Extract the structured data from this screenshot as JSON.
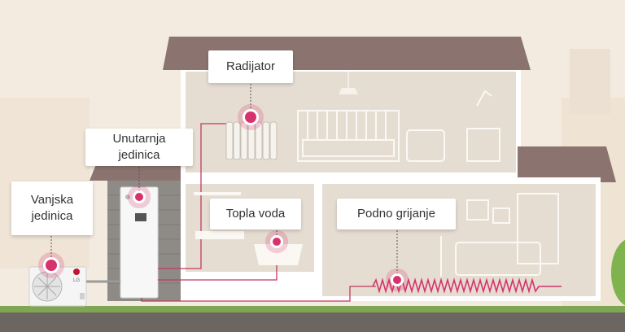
{
  "colors": {
    "accent": "#d6336c",
    "roof": "#8b7470",
    "wall": "#e6ddd2",
    "outline": "#ffffff",
    "grass": "#7fa653",
    "ground": "#6c6662",
    "sky": "#f3ebe0"
  },
  "callouts": {
    "radiator": "Radijator",
    "indoor_unit_line1": "Unutarnja",
    "indoor_unit_line2": "jedinica",
    "outdoor_unit_line1": "Vanjska",
    "outdoor_unit_line2": "jedinica",
    "hot_water": "Topla voda",
    "floor_heating": "Podno grijanje"
  },
  "outdoor_unit": {
    "brand": "LG"
  }
}
